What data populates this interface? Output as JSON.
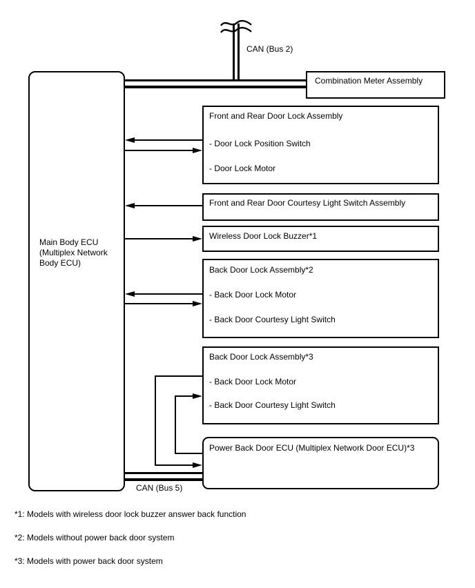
{
  "diagram": {
    "colors": {
      "line": "#000000",
      "background": "#ffffff",
      "text": "#000000"
    },
    "can_bus2_label": "CAN (Bus 2)",
    "can_bus5_label": "CAN (Bus 5)",
    "main_ecu": {
      "label": "Main Body ECU (Multiplex Network Body ECU)"
    },
    "combination_meter": {
      "label": "Combination Meter Assembly"
    },
    "front_rear_door_lock": {
      "title": "Front and Rear Door Lock Assembly",
      "items": [
        "- Door Lock Position Switch",
        "- Door Lock Motor"
      ]
    },
    "courtesy_light_switch": {
      "title": "Front and Rear Door Courtesy Light Switch Assembly"
    },
    "wireless_buzzer": {
      "title": "Wireless Door Lock Buzzer*1"
    },
    "back_door_lock_2": {
      "title": "Back Door Lock Assembly*2",
      "items": [
        "- Back Door Lock Motor",
        "- Back Door Courtesy Light Switch"
      ]
    },
    "back_door_lock_3": {
      "title": "Back Door Lock Assembly*3",
      "items": [
        "- Back Door Lock Motor",
        "- Back Door Courtesy Light Switch"
      ]
    },
    "power_back_door_ecu": {
      "title": "Power Back Door ECU (Multiplex Network Door ECU)*3"
    },
    "footnotes": [
      "*1: Models with wireless door lock buzzer answer back function",
      "*2: Models without power back door system",
      "*3: Models with power back door system"
    ]
  }
}
